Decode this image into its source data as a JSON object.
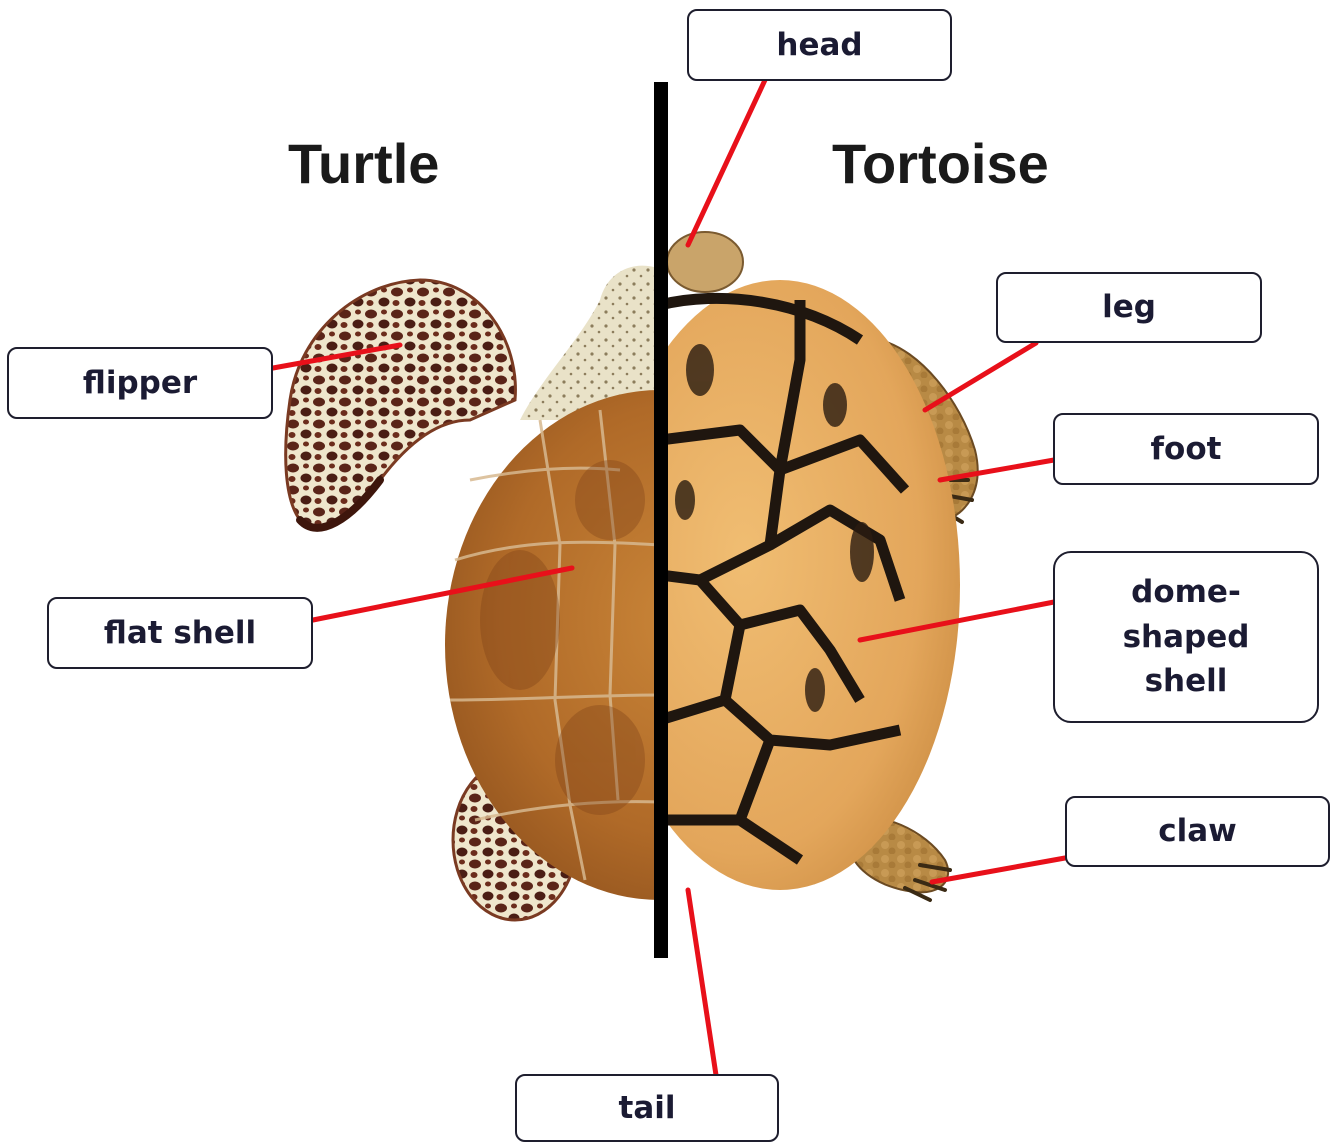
{
  "titles": {
    "left": "Turtle",
    "right": "Tortoise"
  },
  "labels": {
    "head": "head",
    "flipper": "flipper",
    "flat_shell": "flat shell",
    "leg": "leg",
    "foot": "foot",
    "dome_shaped_shell": "dome-\nshaped\nshell",
    "claw": "claw",
    "tail": "tail"
  },
  "colors": {
    "leader_line": "#e8101a",
    "divider": "#000000",
    "label_border": "#1e1e2e",
    "label_text": "#1b1b33",
    "turtle_shell": "#b5702b",
    "turtle_skin": "#e9e2c8",
    "turtle_pattern": "#5a2418",
    "tortoise_shell": "#e6ad63",
    "tortoise_seams": "#1f160f"
  }
}
